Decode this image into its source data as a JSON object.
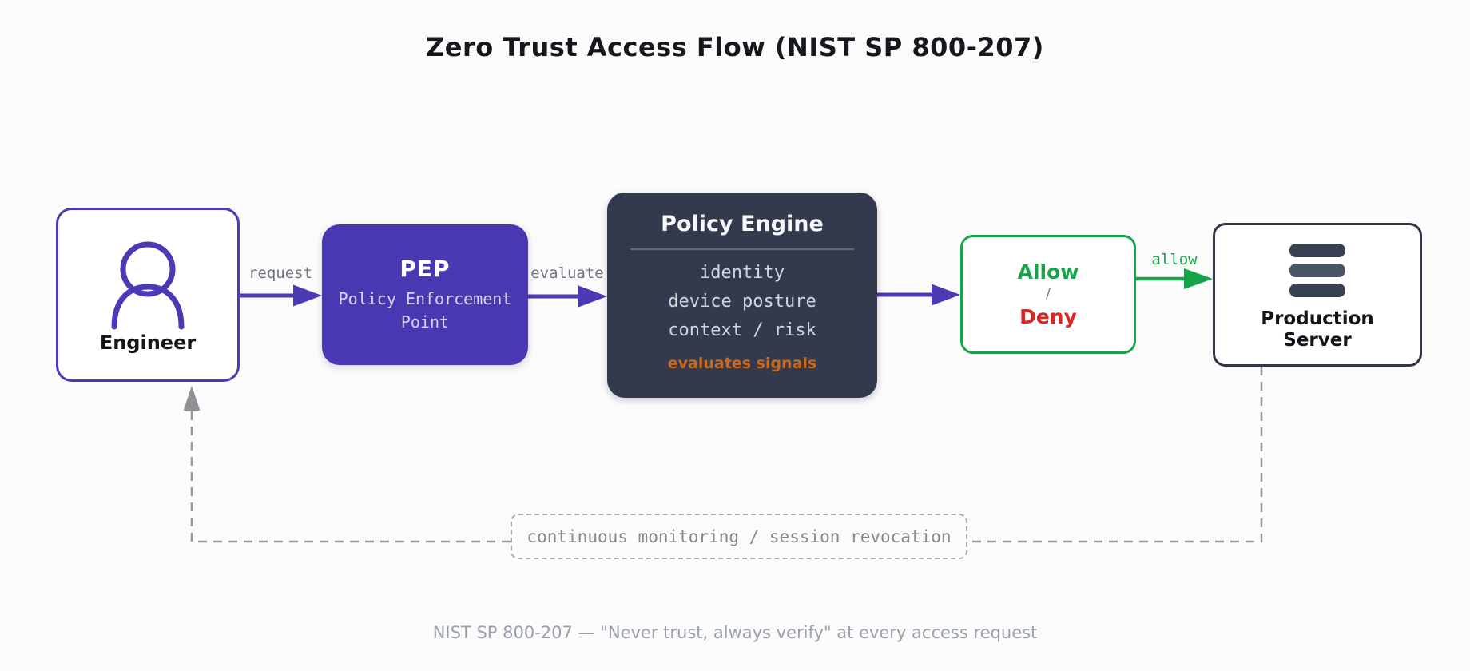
{
  "title": "Zero Trust Access Flow (NIST SP 800-207)",
  "caption": "NIST SP 800-207 — \"Never trust, always verify\" at every access request",
  "colors": {
    "purple": "#4A3AB4",
    "pep_fill": "#4839B2",
    "engine_fill": "#343A4D",
    "green": "#17A349",
    "red": "#DC2626",
    "orange": "#C8691E",
    "slate_border": "#2F3747",
    "dash_gray": "#97999E"
  },
  "nodes": {
    "engineer": {
      "label": "Engineer",
      "icon": "person-icon"
    },
    "pep": {
      "title": "PEP",
      "subtitle": "Policy Enforcement Point"
    },
    "policy_engine": {
      "title": "Policy Engine",
      "signals": [
        "identity",
        "device posture",
        "context / risk"
      ],
      "note": "evaluates signals"
    },
    "decision": {
      "allow": "Allow",
      "separator": "/",
      "deny": "Deny"
    },
    "server": {
      "label": "Production Server",
      "icon": "server-icon"
    }
  },
  "edges": {
    "request": "request",
    "evaluate": "evaluate",
    "allow": "allow",
    "feedback": "continuous monitoring / session revocation"
  }
}
